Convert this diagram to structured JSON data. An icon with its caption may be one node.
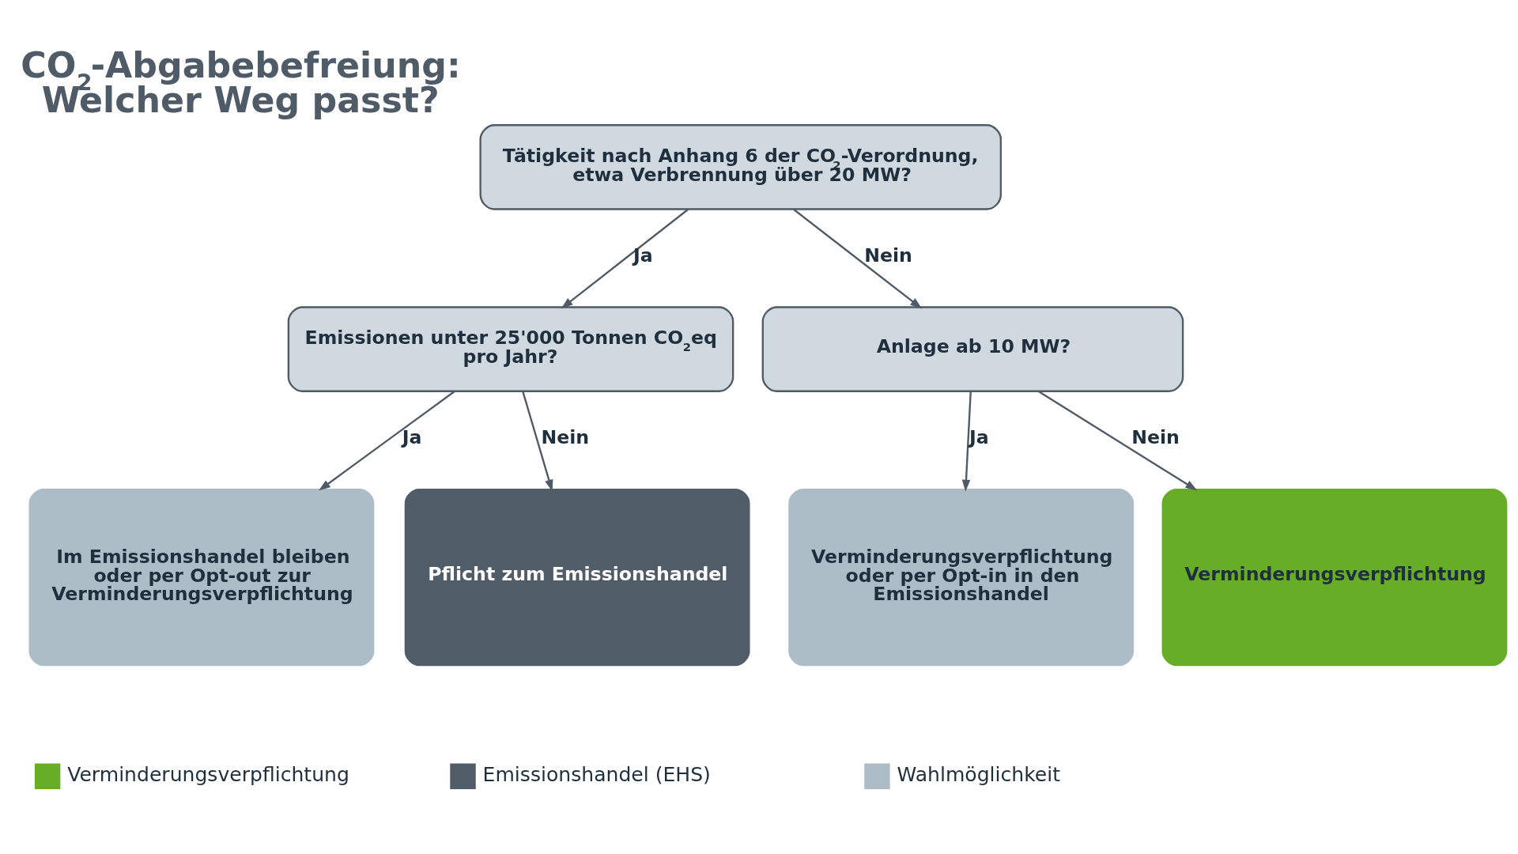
{
  "diagram": {
    "title": "CO$_{2}$-Abgabebefreiung: Welcher Weg passt?",
    "nodes": [
      {
        "text": [
          "Tätigkeit nach Anhang 6 der CO$_{2}$-Verordnung, etwa Verbrennung über 20 MW?"
        ]
      },
      {
        "text": [
          "Emissionen unter 25'000 Tonnen CO$_{2}$eq pro Jahr?"
        ]
      },
      {
        "text": [
          "Anlage ab 10 MW?"
        ]
      },
      {
        "text": [
          "Im Emissionshandel bleiben oder per Opt-out zur Verminderungsverpflichtung"
        ]
      },
      {
        "text": [
          "Pflicht zum Emissionshandel"
        ]
      },
      {
        "text": [
          "Verminderungsverpflichtung oder per Opt-in in den Emissionshandel"
        ]
      },
      {
        "text": [
          "Verminderungsverpflichtung"
        ]
      }
    ],
    "edges": [
      {
        "from": 0,
        "to": 1,
        "arrow": "to",
        "label": "Ja"
      },
      {
        "from": 0,
        "to": 2,
        "arrow": "to",
        "label": "Nein"
      },
      {
        "from": 1,
        "to": 3,
        "arrow": "to",
        "label": "Ja"
      },
      {
        "from": 1,
        "to": 4,
        "arrow": "to",
        "label": "Nein"
      },
      {
        "from": 2,
        "to": 5,
        "arrow": "to",
        "label": "Ja"
      },
      {
        "from": 2,
        "to": 6,
        "arrow": "to",
        "label": "Nein"
      }
    ],
    "legend": [
      {
        "text": "Verminderungsverpflichtung",
        "color": "#67ad25"
      },
      {
        "text": "Emissionshandel (EHS)",
        "color": "#505c68"
      },
      {
        "text": "Wahlmöglichkeit",
        "color": "#adbdc7"
      }
    ]
  }
}
